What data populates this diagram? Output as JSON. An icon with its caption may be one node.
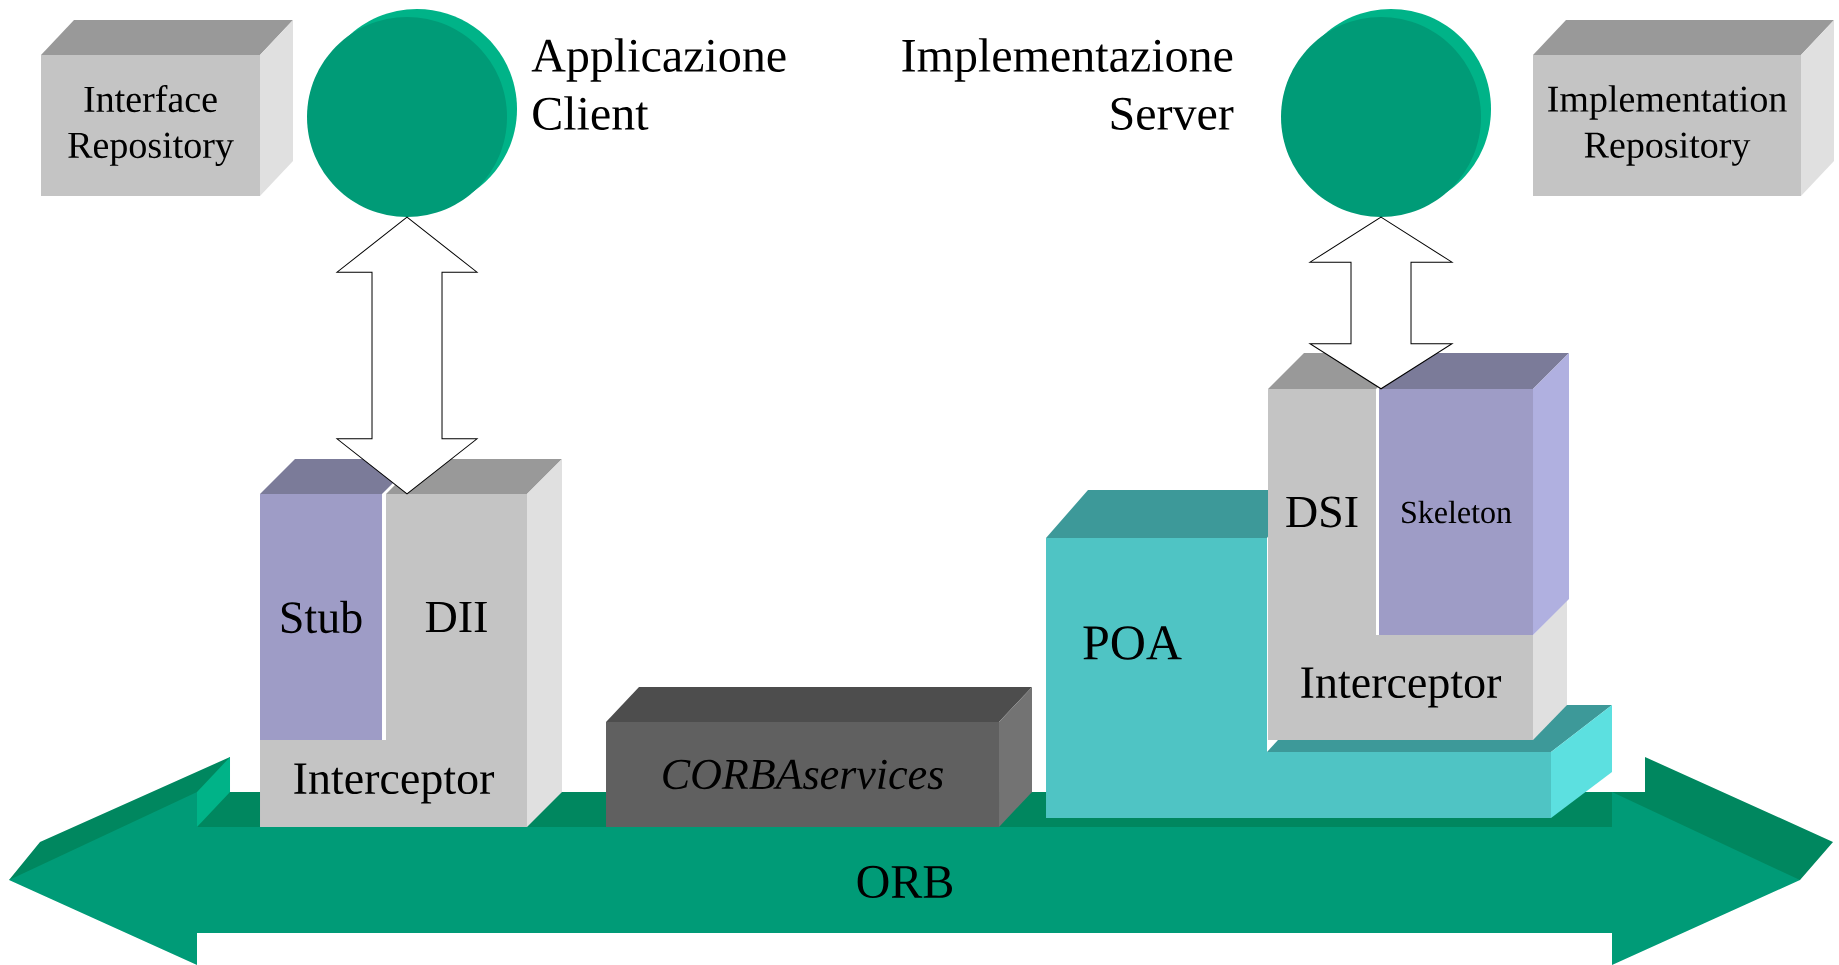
{
  "diagram": {
    "nodes": [
      {
        "text": [
          "Interface Repository"
        ]
      },
      {
        "text": [],
        "shape": "circle",
        "beside": [
          "Applicazione Client"
        ]
      },
      {
        "text": [],
        "shape": "circle",
        "beside": [
          "Implementazione Server"
        ]
      },
      {
        "text": [
          "Implementation Repository"
        ]
      },
      {
        "text": [
          "Stub"
        ]
      },
      {
        "text": [
          "DII"
        ]
      },
      {
        "text": [
          "Interceptor"
        ]
      },
      {
        "text": [
          "CORBAservices"
        ]
      },
      {
        "text": [
          "POA"
        ]
      },
      {
        "text": [
          "DSI"
        ]
      },
      {
        "text": [
          "Skeleton"
        ]
      },
      {
        "text": [
          "Interceptor"
        ]
      },
      {
        "text": [
          "ORB"
        ]
      }
    ],
    "edges": [
      {
        "from": 1,
        "to": 4,
        "arrow": "both"
      },
      {
        "from": 1,
        "to": 5,
        "arrow": "both"
      },
      {
        "from": 2,
        "to": 9,
        "arrow": "both"
      },
      {
        "from": 2,
        "to": 10,
        "arrow": "both"
      }
    ]
  }
}
